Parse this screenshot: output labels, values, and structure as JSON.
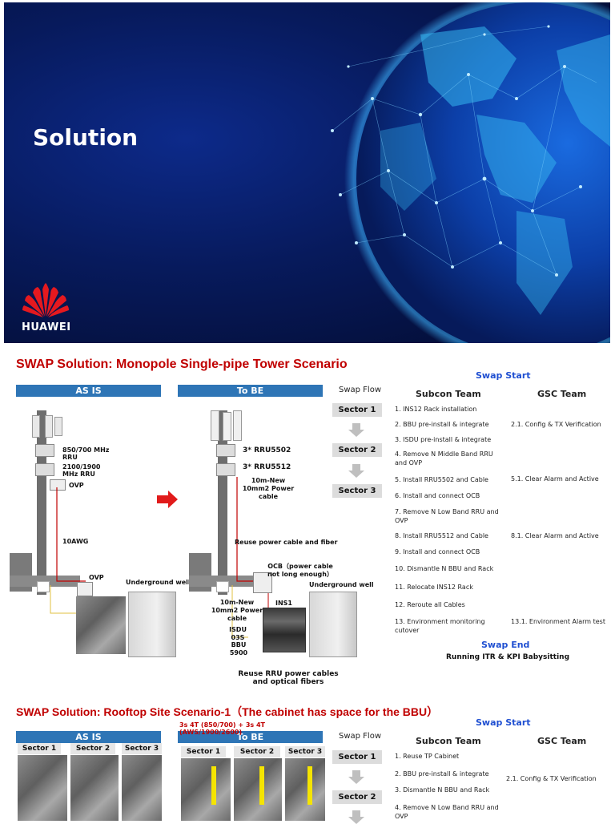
{
  "cover": {
    "title": "Solution",
    "brand": "HUAWEI"
  },
  "slide1": {
    "title": "SWAP Solution: Monopole Single-pipe Tower Scenario",
    "as_is": "AS IS",
    "to_be": "To BE",
    "swap_flow": "Swap Flow",
    "sectors": [
      "Sector 1",
      "Sector 2",
      "Sector 3"
    ],
    "labels": {
      "rru_850": "850/700 MHz RRU",
      "rru_2100": "2100/1900 MHz RRU",
      "ovp_top": "OVP",
      "awg": "10AWG",
      "ovp_bottom": "OVP",
      "underground_left": "Underground well",
      "rru5502": "3* RRU5502",
      "rru5512": "3* RRU5512",
      "power_top": "10m-New 10mm2 Power cable",
      "reuse_power": "Reuse power cable and fiber",
      "ocb": "OCB（power cable not long enough）",
      "underground_right": "Underground well",
      "power_bottom": "10m-New 10mm2 Power cable",
      "ins1": "INS1",
      "isdu": "ISDU03S",
      "bbu": "BBU5900",
      "reuse_rru": "Reuse RRU power cables and optical fibers"
    },
    "swap_start": "Swap Start",
    "subcon_team": "Subcon Team",
    "gsc_team": "GSC Team",
    "steps": [
      "1. INS12 Rack installation",
      "2. BBU pre-install & integrate",
      "3. ISDU pre-install & integrate",
      "4. Remove N Middle Band RRU and OVP",
      "5. Install RRU5502 and Cable",
      "6. Install and connect OCB",
      "7. Remove N Low Band RRU and OVP",
      "8. Install RRU5512 and Cable",
      "9. Install and connect OCB",
      "10. Dismantle N BBU and Rack",
      "11. Relocate INS12 Rack",
      "12. Reroute all Cables",
      "13. Environment monitoring cutover"
    ],
    "gsc_steps": [
      "2.1. Config & TX Verification",
      "5.1. Clear Alarm and Active",
      "8.1. Clear Alarm and Active",
      "13.1. Environment Alarm test"
    ],
    "swap_end": "Swap End",
    "running": "Running ITR & KPI Babysitting"
  },
  "slide2": {
    "title": "SWAP Solution: Rooftop Site Scenario-1（The cabinet has space for the BBU）",
    "as_is": "AS IS",
    "to_be": "To BE",
    "config": "3s 4T (850/700) + 3s 4T (AWS/1900/2600)",
    "swap_flow": "Swap Flow",
    "sectors": [
      "Sector 1",
      "Sector 2"
    ],
    "photo_sectors": [
      "Sector 1",
      "Sector 2",
      "Sector 3"
    ],
    "swap_start": "Swap Start",
    "subcon_team": "Subcon Team",
    "gsc_team": "GSC Team",
    "steps": [
      "1. Reuse TP Cabinet",
      "2. BBU pre-install & integrate",
      "3. Dismantle N BBU and Rack",
      "4. Remove N Low Band RRU and OVP"
    ],
    "gsc_steps": [
      "2.1. Config & TX Verification"
    ]
  }
}
